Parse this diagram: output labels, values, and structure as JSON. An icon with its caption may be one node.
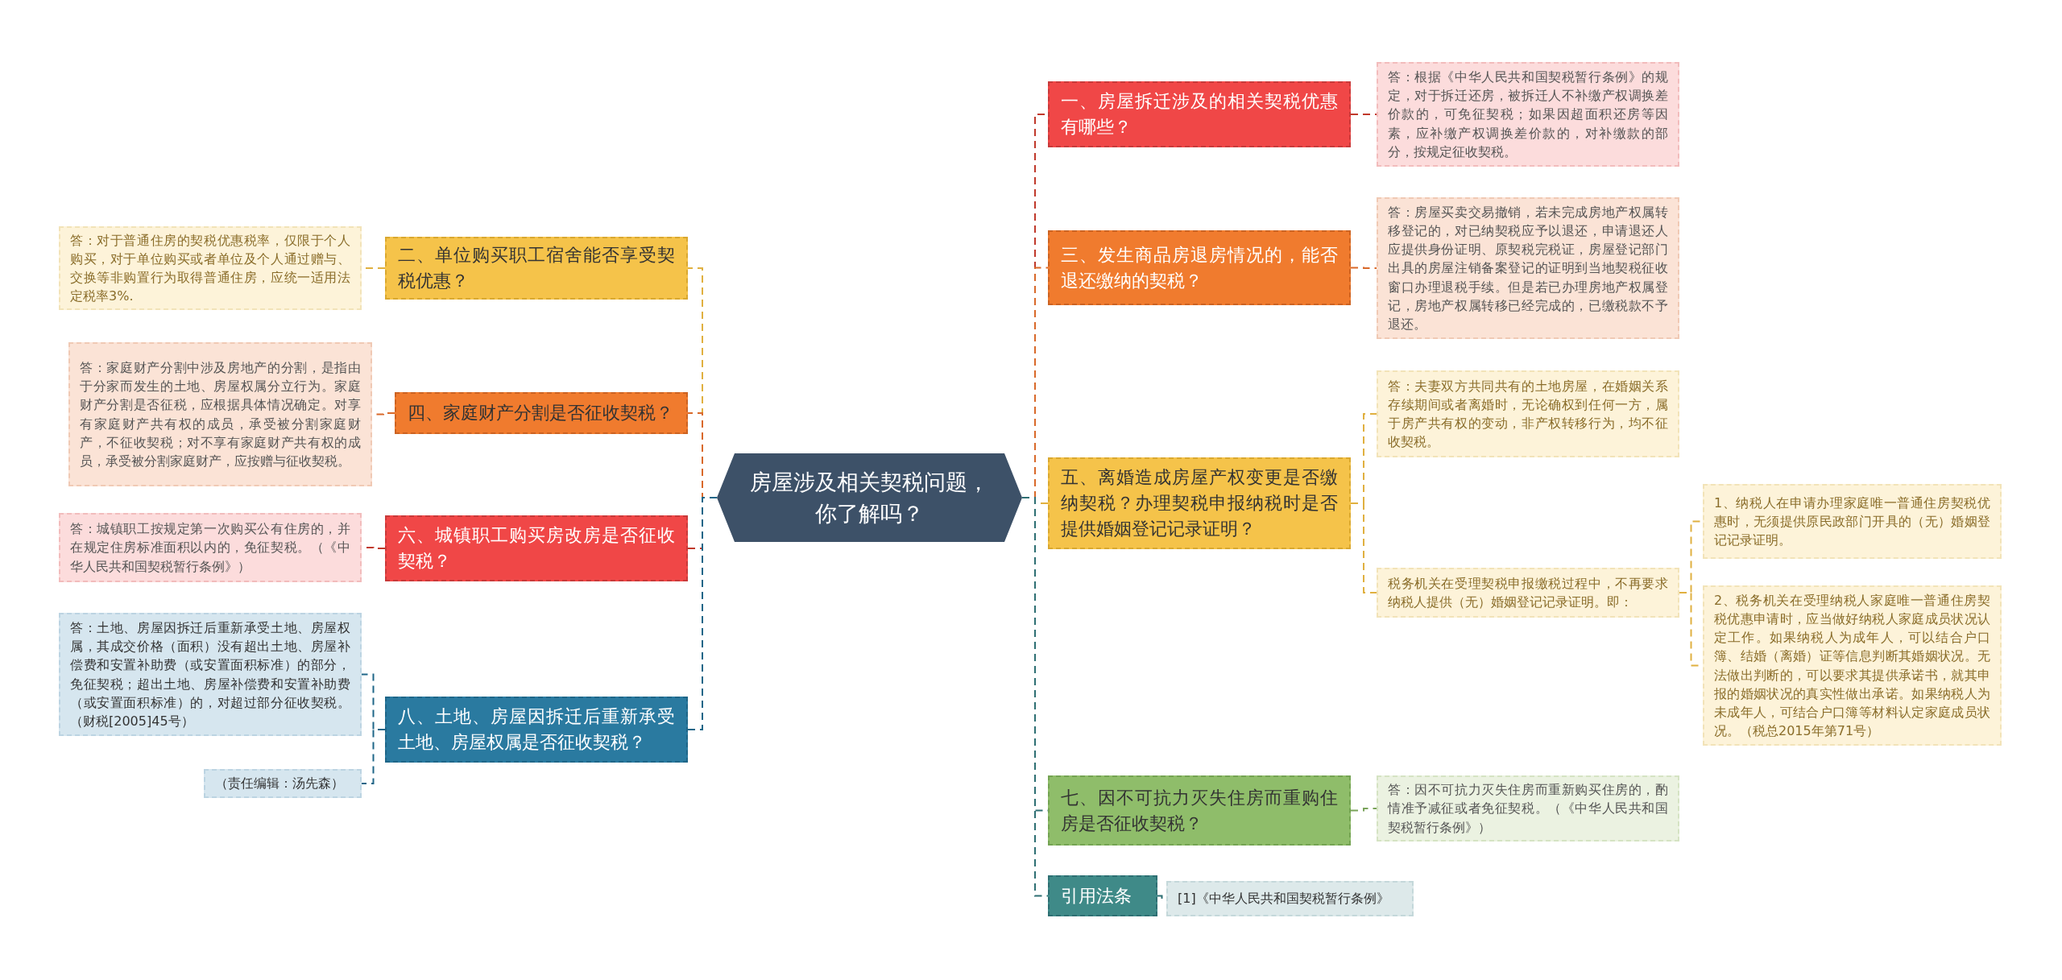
{
  "diagram": {
    "nodes": [
      {
        "text": [
          "房屋涉及相关契税问题，你了解吗？"
        ]
      },
      {
        "text": [
          "一、房屋拆迁涉及的相关契税优惠有哪些？"
        ]
      },
      {
        "text": [
          "答：根据《中华人民共和国契税暂行条例》的规定，对于拆迁还房，被拆迁人不补缴产权调换差价款的，可免征契税；如果因超面积还房等因素，应补缴产权调换差价款的，对补缴款的部分，按规定征收契税。"
        ]
      },
      {
        "text": [
          "二、单位购买职工宿舍能否享受契税优惠？"
        ]
      },
      {
        "text": [
          "答：对于普通住房的契税优惠税率，仅限于个人购买，对于单位购买或者单位及个人通过赠与、交换等非购置行为取得普通住房，应统一适用法定税率3%."
        ]
      },
      {
        "text": [
          "三、发生商品房退房情况的，能否退还缴纳的契税？"
        ]
      },
      {
        "text": [
          "答：房屋买卖交易撤销，若未完成房地产权属转移登记的，对已纳契税应予以退还，申请退还人应提供身份证明、原契税完税证，房屋登记部门出具的房屋注销备案登记的证明到当地契税征收窗口办理退税手续。但是若已办理房地产权属登记，房地产权属转移已经完成的，已缴税款不予退还。"
        ]
      },
      {
        "text": [
          "四、家庭财产分割是否征收契税？"
        ]
      },
      {
        "text": [
          "答：家庭财产分割中涉及房地产的分割，是指由于分家而发生的土地、房屋权属分立行为。家庭财产分割是否征税，应根据具体情况确定。对享有家庭财产共有权的成员，承受被分割家庭财产，不征收契税；对不享有家庭财产共有权的成员，承受被分割家庭财产，应按赠与征收契税。"
        ]
      },
      {
        "text": [
          "五、离婚造成房屋产权变更是否缴纳契税？办理契税申报纳税时是否提供婚姻登记记录证明？"
        ]
      },
      {
        "text": [
          "答：夫妻双方共同共有的土地房屋，在婚姻关系存续期间或者离婚时，无论确权到任何一方，属于房产共有权的变动，非产权转移行为，均不征收契税。"
        ]
      },
      {
        "text": [
          "税务机关在受理契税申报缴税过程中，不再要求纳税人提供（无）婚姻登记记录证明。即："
        ]
      },
      {
        "text": [
          "1、纳税人在申请办理家庭唯一普通住房契税优惠时，无须提供原民政部门开具的（无）婚姻登记记录证明。"
        ]
      },
      {
        "text": [
          "2、税务机关在受理纳税人家庭唯一普通住房契税优惠申请时，应当做好纳税人家庭成员状况认定工作。如果纳税人为成年人，可以结合户口簿、结婚（离婚）证等信息判断其婚姻状况。无法做出判断的，可以要求其提供承诺书，就其申报的婚姻状况的真实性做出承诺。如果纳税人为未成年人，可结合户口簿等材料认定家庭成员状况。（税总2015年第71号）"
        ]
      },
      {
        "text": [
          "六、城镇职工购买房改房是否征收契税？"
        ]
      },
      {
        "text": [
          "答：城镇职工按规定第一次购买公有住房的，并在规定住房标准面积以内的，免征契税。（《中华人民共和国契税暂行条例》）"
        ]
      },
      {
        "text": [
          "七、因不可抗力灭失住房而重购住房是否征收契税？"
        ]
      },
      {
        "text": [
          "答：因不可抗力灭失住房而重新购买住房的，酌情准予减征或者免征契税。（《中华人民共和国契税暂行条例》）"
        ]
      },
      {
        "text": [
          "八、土地、房屋因拆迁后重新承受土地、房屋权属是否征收契税？"
        ]
      },
      {
        "text": [
          "答：土地、房屋因拆迁后重新承受土地、房屋权属，其成交价格（面积）没有超出土地、房屋补偿费和安置补助费（或安置面积标准）的部分，免征契税；超出土地、房屋补偿费和安置补助费（或安置面积标准）的，对超过部分征收契税。（财税[2005]45号）"
        ]
      },
      {
        "text": [
          "（责任编辑：汤先森）"
        ]
      },
      {
        "text": [
          "引用法条"
        ]
      },
      {
        "text": [
          "[1]《中华人民共和国契税暂行条例》"
        ]
      }
    ],
    "edges": [
      {
        "from": 0,
        "to": 1,
        "arrow": "none",
        "style": "dashed",
        "color": "#c0392b"
      },
      {
        "from": 1,
        "to": 2,
        "arrow": "none",
        "style": "dashed",
        "color": "#c0392b"
      },
      {
        "from": 0,
        "to": 3,
        "arrow": "none",
        "style": "dashed",
        "color": "#e0b040"
      },
      {
        "from": 3,
        "to": 4,
        "arrow": "none",
        "style": "dashed",
        "color": "#e0b040"
      },
      {
        "from": 0,
        "to": 5,
        "arrow": "none",
        "style": "dashed",
        "color": "#d9692a"
      },
      {
        "from": 5,
        "to": 6,
        "arrow": "none",
        "style": "dashed",
        "color": "#d9692a"
      },
      {
        "from": 0,
        "to": 7,
        "arrow": "none",
        "style": "dashed",
        "color": "#d9692a"
      },
      {
        "from": 7,
        "to": 8,
        "arrow": "none",
        "style": "dashed",
        "color": "#d9692a"
      },
      {
        "from": 0,
        "to": 9,
        "arrow": "none",
        "style": "dashed",
        "color": "#e0b040"
      },
      {
        "from": 9,
        "to": 10,
        "arrow": "none",
        "style": "dashed",
        "color": "#e0b040"
      },
      {
        "from": 9,
        "to": 11,
        "arrow": "none",
        "style": "dashed",
        "color": "#e0b040"
      },
      {
        "from": 11,
        "to": 12,
        "arrow": "none",
        "style": "dashed",
        "color": "#e0b040"
      },
      {
        "from": 11,
        "to": 13,
        "arrow": "none",
        "style": "dashed",
        "color": "#e0b040"
      },
      {
        "from": 0,
        "to": 14,
        "arrow": "none",
        "style": "dashed",
        "color": "#c0392b"
      },
      {
        "from": 14,
        "to": 15,
        "arrow": "none",
        "style": "dashed",
        "color": "#c0392b"
      },
      {
        "from": 0,
        "to": 16,
        "arrow": "none",
        "style": "dashed",
        "color": "#2e6f73"
      },
      {
        "from": 16,
        "to": 17,
        "arrow": "none",
        "style": "dashed",
        "color": "#7aa35a"
      },
      {
        "from": 0,
        "to": 18,
        "arrow": "none",
        "style": "dashed",
        "color": "#1f6688"
      },
      {
        "from": 18,
        "to": 19,
        "arrow": "none",
        "style": "dashed",
        "color": "#1f6688"
      },
      {
        "from": 18,
        "to": 20,
        "arrow": "none",
        "style": "dashed",
        "color": "#1f6688"
      },
      {
        "from": 0,
        "to": 21,
        "arrow": "none",
        "style": "dashed",
        "color": "#2e6f73"
      },
      {
        "from": 21,
        "to": 22,
        "arrow": "none",
        "style": "dashed",
        "color": "#2e6f73"
      }
    ]
  }
}
